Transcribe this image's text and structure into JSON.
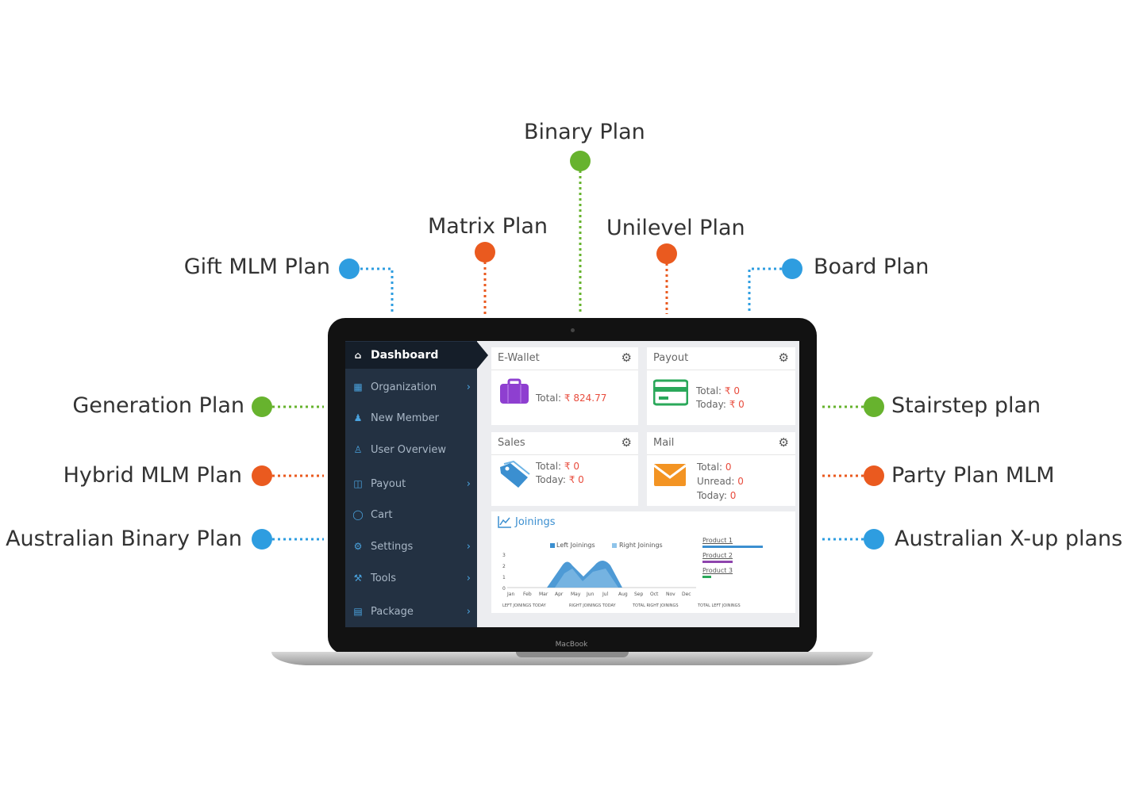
{
  "plans": {
    "binary": "Binary Plan",
    "matrix": "Matrix Plan",
    "unilevel": "Unilevel Plan",
    "gift": "Gift MLM Plan",
    "board": "Board Plan",
    "generation": "Generation Plan",
    "stairstep": "Stairstep plan",
    "hybrid": "Hybrid MLM Plan",
    "party": "Party Plan MLM",
    "australian_binary": "Australian Binary Plan",
    "australian_xup": "Australian X-up plans"
  },
  "colors": {
    "green": "#67b32e",
    "orange": "#ea5a1f",
    "blue": "#2e9de0",
    "sidebar": "#233142",
    "accent": "#4aa3df",
    "value_red": "#e84c3d"
  },
  "laptop": {
    "brand": "MacBook"
  },
  "sidebar": {
    "items": [
      {
        "label": "Dashboard",
        "icon": "home-icon"
      },
      {
        "label": "Organization",
        "icon": "sitemap-icon"
      },
      {
        "label": "New Member",
        "icon": "user-add-icon"
      },
      {
        "label": "User Overview",
        "icon": "user-icon"
      },
      {
        "label": "Payout",
        "icon": "money-icon"
      },
      {
        "label": "Cart",
        "icon": "circle-icon"
      },
      {
        "label": "Settings",
        "icon": "gear-icon"
      },
      {
        "label": "Tools",
        "icon": "wrench-icon"
      },
      {
        "label": "Package",
        "icon": "package-icon"
      }
    ]
  },
  "cards": {
    "ewallet": {
      "title": "E-Wallet",
      "total_label": "Total:",
      "total_value": "₹ 824.77"
    },
    "payout": {
      "title": "Payout",
      "total_label": "Total:",
      "total_value": "₹ 0",
      "today_label": "Today:",
      "today_value": "₹ 0"
    },
    "sales": {
      "title": "Sales",
      "total_label": "Total:",
      "total_value": "₹ 0",
      "today_label": "Today:",
      "today_value": "₹ 0"
    },
    "mail": {
      "title": "Mail",
      "total_label": "Total:",
      "total_value": "0",
      "unread_label": "Unread:",
      "unread_value": "0",
      "today_label": "Today:",
      "today_value": "0"
    }
  },
  "joinings": {
    "title": "Joinings",
    "legend": [
      "Left Joinings",
      "Right Joinings"
    ],
    "months": [
      "Jan",
      "Feb",
      "Mar",
      "Apr",
      "May",
      "Jun",
      "Jul",
      "Aug",
      "Sep",
      "Oct",
      "Nov",
      "Dec"
    ],
    "yticks": [
      "3",
      "2",
      "1",
      "0"
    ],
    "footer": [
      "LEFT JOININGS TODAY",
      "RIGHT JOININGS TODAY",
      "TOTAL RIGHT JOININGS",
      "TOTAL LEFT JOININGS"
    ],
    "products": [
      {
        "label": "Product 1",
        "level": 1.0,
        "color": "#3b8fd0"
      },
      {
        "label": "Product 2",
        "level": 0.5,
        "color": "#8e44ad"
      },
      {
        "label": "Product 3",
        "level": 0.15,
        "color": "#2aa85a"
      }
    ]
  }
}
